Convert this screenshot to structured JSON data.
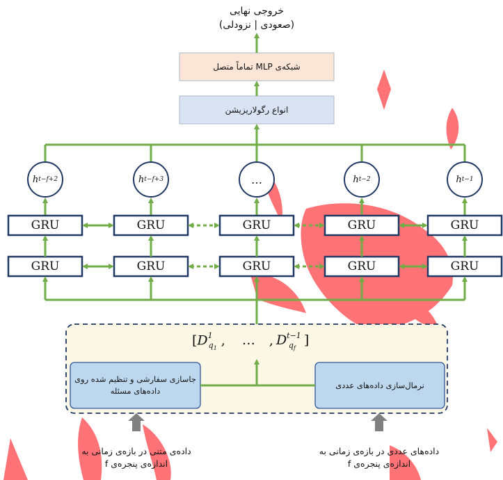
{
  "output": {
    "title": "خروجی نهایی",
    "subtitle": "(صعودی | نزودلی)"
  },
  "mlp_label": "شبکه‌ی MLP تماماً متصل",
  "regularization_label": "انواع رگولاریزیشن",
  "hidden_states": [
    {
      "base": "h",
      "sub": "t−f+2"
    },
    {
      "base": "h",
      "sub": "t−f+3"
    },
    {
      "base": "…",
      "sub": ""
    },
    {
      "base": "h",
      "sub": "t−2"
    },
    {
      "base": "h",
      "sub": "t−1"
    }
  ],
  "gru_label": "GRU",
  "input_sequence": {
    "open": "[",
    "first_base": "D",
    "first_sub": "q",
    "first_sub_sub": "1",
    "first_sup": "1",
    "comma1": ",",
    "ellipsis": "…",
    "comma2": ",",
    "last_base": "D",
    "last_sub": "q",
    "last_sub_sub": "f",
    "last_sup": "t−1",
    "close": "]"
  },
  "left_module": "جاسازی سفارشی و تنظیم شده روی داده‌های مسئله",
  "right_module": "نرمال‌سازی داده‌های عددی",
  "caption_left": {
    "line1": "داده‌ی متنی در بازه‌ی زمانی به",
    "line2": "اندازه‌ی پنجره‌ی f"
  },
  "caption_right": {
    "line1": "داده‌های عددی در بازه‌ی زمانی به",
    "line2": "اندازه‌ی پنجره‌ی f"
  },
  "colors": {
    "green": "#70ad47",
    "gru_border": "#203864",
    "mlp_fill": "#fbe5d6",
    "box_fill": "#dae3f3",
    "module_fill": "#bdd7ee",
    "input_fill": "#fdf8e6",
    "watermark": "#ff5a5f",
    "arrow_gray": "#808080"
  }
}
